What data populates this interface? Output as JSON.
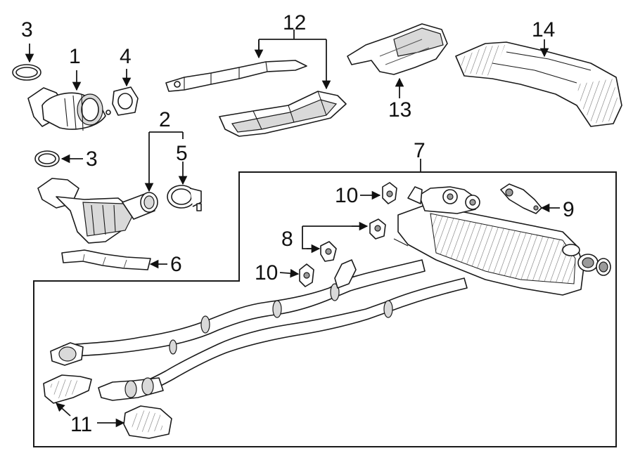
{
  "diagram": {
    "callouts": {
      "c1": "1",
      "c2": "2",
      "c3a": "3",
      "c3b": "3",
      "c4": "4",
      "c5": "5",
      "c6": "6",
      "c7": "7",
      "c8": "8",
      "c9": "9",
      "c10a": "10",
      "c10b": "10",
      "c11": "11",
      "c12": "12",
      "c13": "13",
      "c14": "14"
    }
  }
}
